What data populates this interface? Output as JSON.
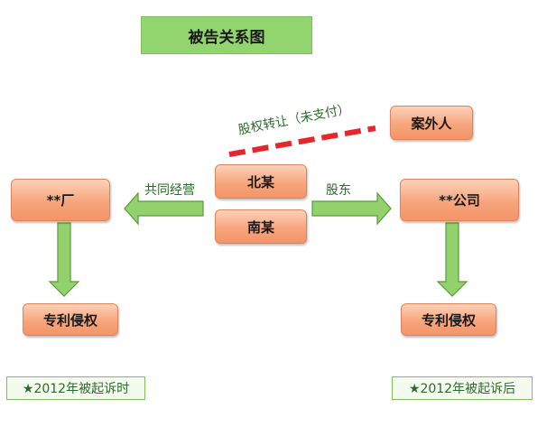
{
  "title": "被告关系图",
  "nodes": {
    "factory": "**厂",
    "beimou": "北某",
    "nanmou": "南某",
    "company": "**公司",
    "outsider": "案外人",
    "patent_left": "专利侵权",
    "patent_right": "专利侵权"
  },
  "edge_labels": {
    "joint_operation": "共同经营",
    "shareholder": "股东",
    "equity_transfer": "股权转让（未支付）"
  },
  "notes": {
    "left": "★2012年被起诉时",
    "right": "★2012年被起诉后"
  },
  "colors": {
    "node_fill": "#f7a57d",
    "arrow_fill": "#93d16d",
    "title_fill": "#92d46e",
    "dashed_line": "#e8262a"
  }
}
